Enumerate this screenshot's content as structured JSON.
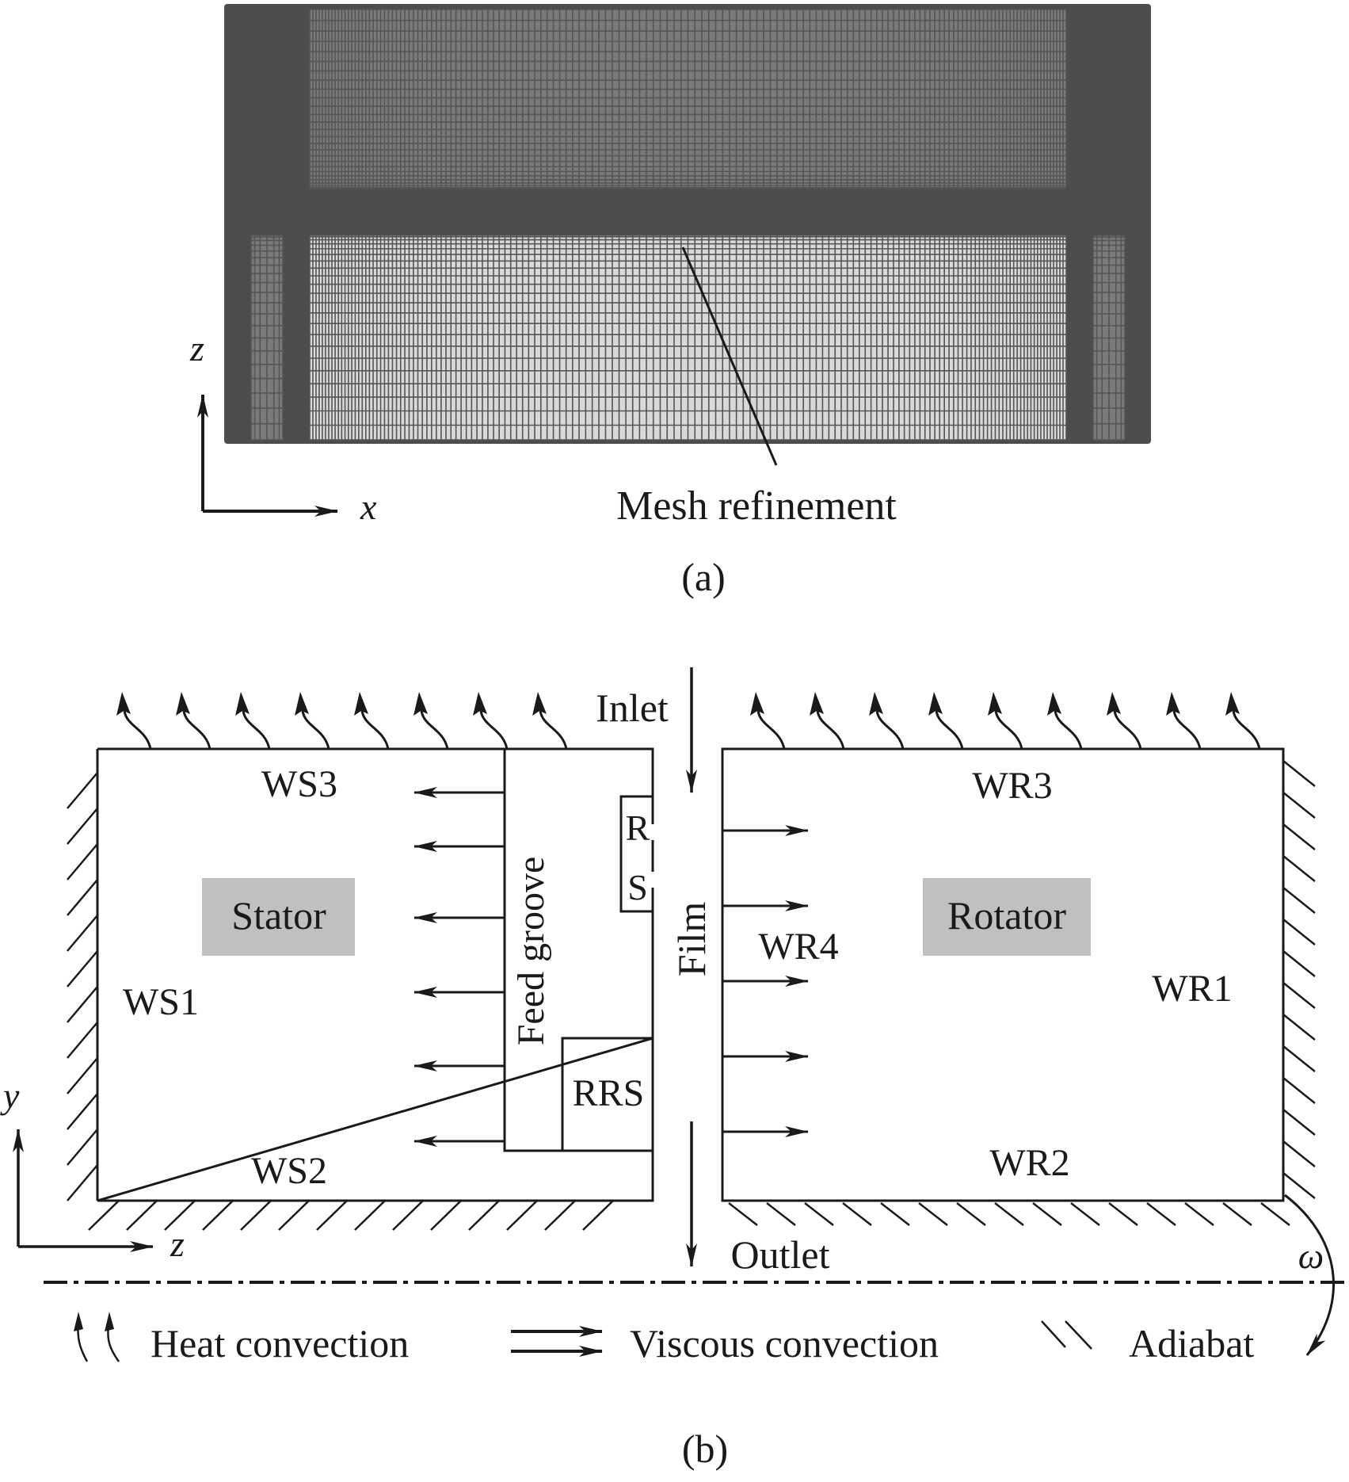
{
  "panel_a": {
    "caption": "(a)",
    "annotation": "Mesh refinement",
    "axes": {
      "vertical": "z",
      "horizontal": "x"
    },
    "colors": {
      "mesh_dark": "#4d4d4d",
      "mesh_mid": "#7a7a7a",
      "mesh_light": "#d9d9d9",
      "mesh_line": "#555555"
    }
  },
  "panel_b": {
    "caption": "(b)",
    "stator": {
      "label": "Stator",
      "walls": {
        "top": "WS3",
        "left": "WS1",
        "bottom": "WS2"
      },
      "feed_groove": "Feed groove",
      "rs_top": "R",
      "rs_bottom": "S",
      "rrs": "RRS"
    },
    "rotator": {
      "label": "Rotator",
      "walls": {
        "top": "WR3",
        "left": "WR4",
        "right": "WR1",
        "bottom": "WR2"
      }
    },
    "film": "Film",
    "inlet": "Inlet",
    "outlet": "Outlet",
    "omega": "ω",
    "axes": {
      "vertical": "y",
      "horizontal": "z"
    },
    "legend": [
      {
        "icon": "heat-convection-icon",
        "label": "Heat convection"
      },
      {
        "icon": "viscous-convection-icon",
        "label": "Viscous convection"
      },
      {
        "icon": "adiabat-icon",
        "label": "Adiabat"
      }
    ],
    "colors": {
      "label_box": "#c0c0c0",
      "ink": "#1a1a1a"
    }
  }
}
